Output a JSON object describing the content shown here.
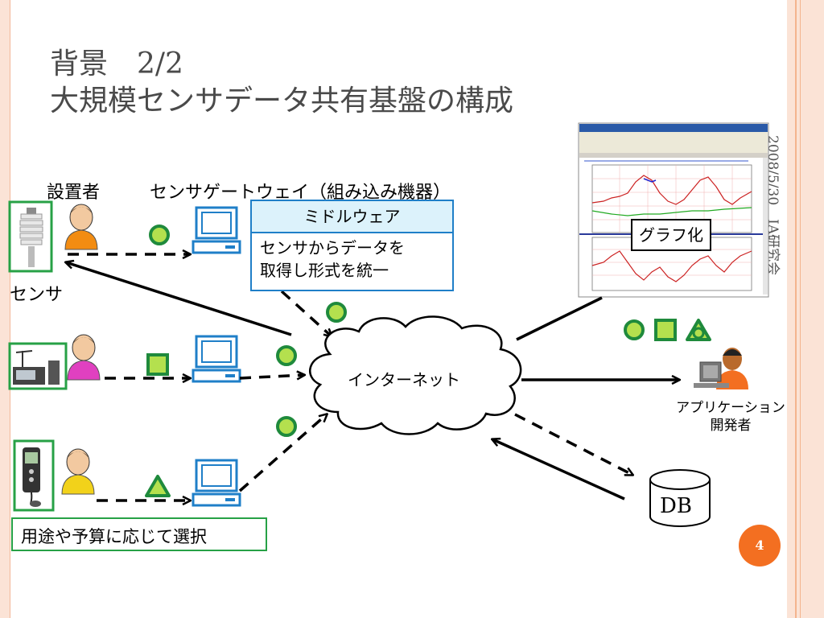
{
  "slide": {
    "title_line1": "背景　2/2",
    "title_line2": "大規模センサデータ共有基盤の構成",
    "side_text": "2008/5/30　IA研究会",
    "page_number": "4"
  },
  "labels": {
    "installer": "設置者",
    "gateway": "センサゲートウェイ（組み込み機器）",
    "sensor": "センサ",
    "middleware_title": "ミドルウェア",
    "middleware_line1": "センサからデータを",
    "middleware_line2": "取得し形式を統一",
    "internet": "インターネット",
    "graph": "グラフ化",
    "developer_line1": "アプリケーション",
    "developer_line2": "開発者",
    "db": "DB",
    "choose": "用途や予算に応じて選択"
  },
  "colors": {
    "accent_orange": "#f36f21",
    "green": "#27a146",
    "blue": "#1f7fc8",
    "title_gray": "#4a4a4a",
    "middleware_header": "#dcf2fb"
  },
  "icons": [
    "weather-sensor-icon",
    "person-icon",
    "computer-icon",
    "cloud-icon",
    "database-icon",
    "handheld-meter-icon",
    "weather-station-icon",
    "browser-screenshot"
  ]
}
